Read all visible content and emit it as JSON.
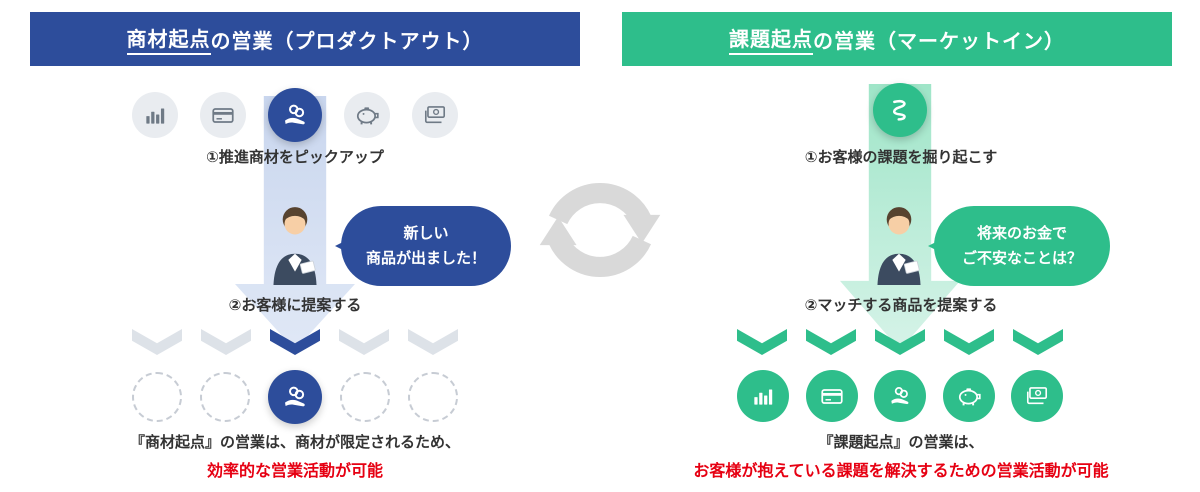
{
  "colors": {
    "blue": "#2d4d9b",
    "green": "#2ebe8b",
    "red": "#e60012",
    "text_dark": "#333333",
    "icon_gray_bg": "#e9ecf0",
    "icon_gray_fg": "#6f7a86",
    "chevron_gray": "#dde2e8",
    "dashed_circle": "#c7ccd4",
    "sync_gray": "#d9d9d9",
    "arrow_blue_top": "#c9d6ee",
    "arrow_blue_bottom": "#e0e8f6",
    "arrow_green_top": "#9fe5c8",
    "arrow_green_bottom": "#d6f3e8"
  },
  "left_panel": {
    "header": {
      "highlight": "商材起点",
      "rest": "の営業（プロダクトアウト）"
    },
    "icon_row": [
      "bar-chart",
      "credit-card",
      "coin-hand",
      "piggy-bank",
      "banknotes"
    ],
    "step1_label": "①推進商材をピックアップ",
    "speech_bubble": {
      "line1": "新しい",
      "line2": "商品が出ました！"
    },
    "step2_label": "②お客様に提案する",
    "result_icon": "coin-hand",
    "footer_line1": "『商材起点』の営業は、商材が限定されるため、",
    "footer_line2": "効率的な営業活動が可能"
  },
  "right_panel": {
    "header": {
      "highlight": "課題起点",
      "rest": "の営業（マーケットイン）"
    },
    "top_icon": "swirl",
    "step1_label": "①お客様の課題を掘り起こす",
    "speech_bubble": {
      "line1": "将来のお金で",
      "line2": "ご不安なことは？"
    },
    "step2_label": "②マッチする商品を提案する",
    "icon_row": [
      "bar-chart",
      "credit-card",
      "coin-hand",
      "piggy-bank",
      "banknotes"
    ],
    "footer_line1": "『課題起点』の営業は、",
    "footer_line2": "お客様が抱えている課題を解決するための営業活動が可能"
  },
  "center": {
    "icon": "sync-arrows"
  }
}
